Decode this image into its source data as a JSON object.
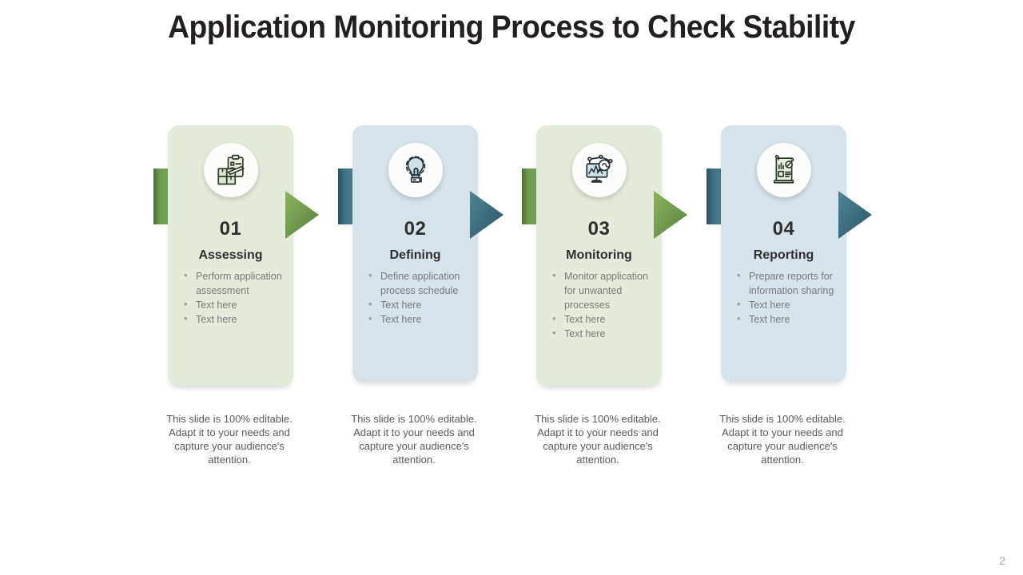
{
  "title": "Application Monitoring Process to Check Stability",
  "page_number": "2",
  "colors": {
    "green_card": "#e3ebdb",
    "blue_card": "#d6e3eb",
    "green_accent": "#6b9e4a",
    "blue_accent": "#3d7080",
    "title_text": "#231f20",
    "body_text": "#7a7a7a",
    "caption_text": "#5a5a5a"
  },
  "caption_text": "This slide is 100% editable. Adapt it to your needs and capture your audience's attention.",
  "steps": [
    {
      "number": "01",
      "name": "Assessing",
      "icon": "clipboard-checklist-pencil-icon",
      "theme": "green",
      "bullets": [
        "Perform application assessment",
        "Text here",
        "Text here"
      ],
      "caption": "This slide is 100% editable. Adapt it to your needs and capture your audience's attention."
    },
    {
      "number": "02",
      "name": "Defining",
      "icon": "lightbulb-gear-idea-icon",
      "theme": "blue",
      "bullets": [
        "Define application process schedule",
        "Text here",
        "Text here"
      ],
      "caption": "This slide is 100% editable. Adapt it to your needs and capture your audience's attention."
    },
    {
      "number": "03",
      "name": "Monitoring",
      "icon": "monitor-chart-magnifier-icon",
      "theme": "green",
      "bullets": [
        "Monitor application for unwanted processes",
        "Text here",
        "Text here"
      ],
      "caption": "This slide is 100% editable. Adapt it to your needs and capture your audience's attention."
    },
    {
      "number": "04",
      "name": "Reporting",
      "icon": "report-document-chart-icon",
      "theme": "blue",
      "bullets": [
        "Prepare reports for information sharing",
        "Text here",
        "Text here"
      ],
      "caption": "This slide is 100% editable. Adapt it to your needs and capture your audience's attention."
    }
  ]
}
